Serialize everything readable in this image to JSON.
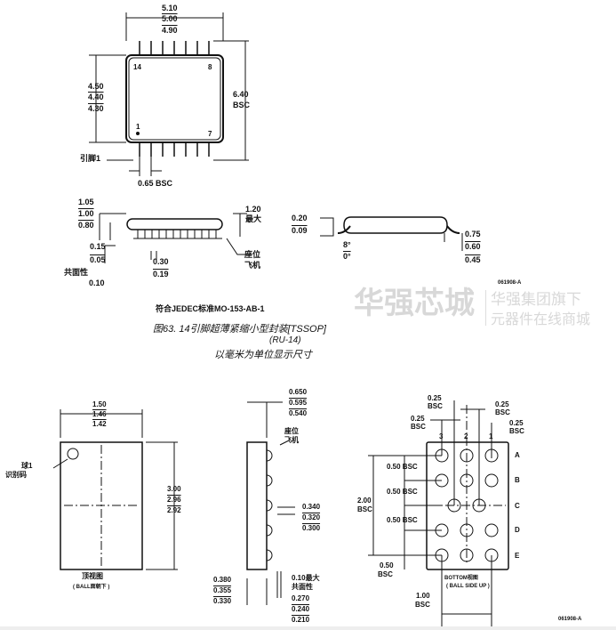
{
  "tssop": {
    "body_width": [
      "5.10",
      "5.00",
      "4.90"
    ],
    "body_length": [
      "4.50",
      "4.40",
      "4.30"
    ],
    "span": [
      "6.40",
      "BSC"
    ],
    "pin_labels": [
      "14",
      "8",
      "1",
      "7"
    ],
    "pin1_label": "引脚1",
    "pitch": "0.65 BSC",
    "height": [
      "1.05",
      "1.00",
      "0.80"
    ],
    "max_height": [
      "1.20",
      "最大"
    ],
    "standoff": [
      "0.15",
      "0.05"
    ],
    "lead_width": [
      "0.30",
      "0.19"
    ],
    "seating_plane": [
      "座位",
      "飞机"
    ],
    "coplanarity": [
      "共面性",
      "0.10"
    ],
    "lead_thickness": [
      "0.20",
      "0.09"
    ],
    "angle": [
      "8°",
      "0°"
    ],
    "foot_length": [
      "0.75",
      "0.60",
      "0.45"
    ],
    "drawing_id": "061908-A",
    "jedec": "符合JEDEC标准MO-153-AB-1",
    "caption": "图63. 14引脚超薄紧缩小型封装[TSSOP]",
    "package_code": "(RU-14)",
    "units_note": "以毫米为单位显示尺寸"
  },
  "watermark": {
    "brand": "华强芯城",
    "line1": "华强集团旗下",
    "line2": "元器件在线商城"
  },
  "wlcsp": {
    "width": [
      "1.50",
      "1.46",
      "1.42"
    ],
    "length": [
      "3.00",
      "2.96",
      "2.92"
    ],
    "ball1_label": [
      "球1",
      "识别码"
    ],
    "top_view": "顶视图",
    "top_view_note": "( BALL面朝下 )",
    "height": [
      "0.650",
      "0.595",
      "0.540"
    ],
    "seating_plane": [
      "座位",
      "飞机"
    ],
    "ball_height": [
      "0.340",
      "0.320",
      "0.300"
    ],
    "body_thickness": [
      "0.380",
      "0.355",
      "0.330"
    ],
    "coplanarity": [
      "0.10最大",
      "共面性"
    ],
    "ball_dia": [
      "0.270",
      "0.240",
      "0.210"
    ],
    "bsc_025": [
      "0.25",
      "BSC"
    ],
    "pitch_050": "0.50 BSC",
    "pitch_050_split": [
      "0.50",
      "BSC"
    ],
    "span_200": [
      "2.00",
      "BSC"
    ],
    "span_100": [
      "1.00",
      "BSC"
    ],
    "columns": [
      "3",
      "2",
      "1"
    ],
    "rows": [
      "A",
      "B",
      "C",
      "D",
      "E"
    ],
    "bottom_view": "BOTTOM视图",
    "bottom_view_note": "( BALL SIDE UP )",
    "drawing_id": "061908-A"
  }
}
